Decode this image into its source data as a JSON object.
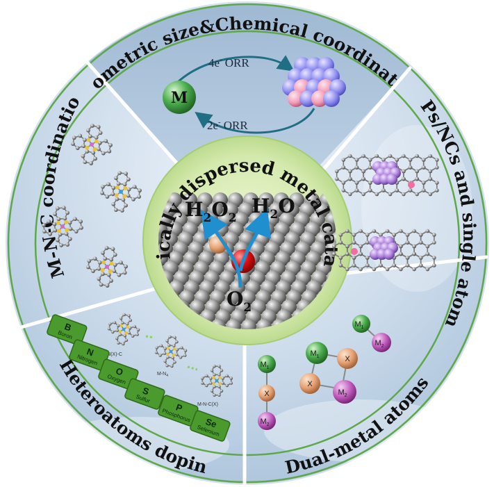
{
  "center": {
    "title": "Atomically dispersed metal catalysts",
    "h2o2_main": "H",
    "h2o2_sub1": "2",
    "h2o2_mid": "O",
    "h2o2_sub2": "2",
    "h2o_main": "H",
    "h2o_sub": "2",
    "h2o_tail": "O",
    "o2_main": "O",
    "o2_sub": "2"
  },
  "segments": {
    "geometric": {
      "title": "Geometric size&Chemical coordination",
      "metal": "M",
      "orr4": "4e",
      "orr2": "2e",
      "orr_label": "ORR",
      "minus": "-"
    },
    "nps": {
      "title": "NPs/NCs and single atoms"
    },
    "dual": {
      "title": "Dual-metal atoms",
      "m1": "M",
      "m1_sub": "1",
      "m2": "M",
      "m2_sub": "2",
      "x": "X"
    },
    "hetero": {
      "title": "Heteroatoms doping",
      "label_mnxc": "M-N(X)-C",
      "label_mn4": "M-N",
      "label_mn4_sub": "4",
      "label_mnc": "M-N-C(X)",
      "tiles": [
        {
          "symbol": "B",
          "name": "Boron"
        },
        {
          "symbol": "N",
          "name": "Nitrogen"
        },
        {
          "symbol": "O",
          "name": "Oxygen"
        },
        {
          "symbol": "S",
          "name": "Sulfur"
        },
        {
          "symbol": "P",
          "name": "Phosphorus"
        },
        {
          "symbol": "Se",
          "name": "Selenium"
        }
      ]
    },
    "mnc": {
      "title": "M-N-C coordination"
    }
  },
  "colors": {
    "ring_green": "#5ea84a",
    "inner_green": "#d9ecb0",
    "sky_light": "#dde9f3",
    "sky_mid": "#b6cde2",
    "metal_green": "#49a84d",
    "atom_orange": "#e6a274",
    "atom_magenta": "#c25cc0",
    "tile_green": "#4a9a2e",
    "active_red": "#e01010",
    "arrow_blue": "#1f8fd0"
  }
}
